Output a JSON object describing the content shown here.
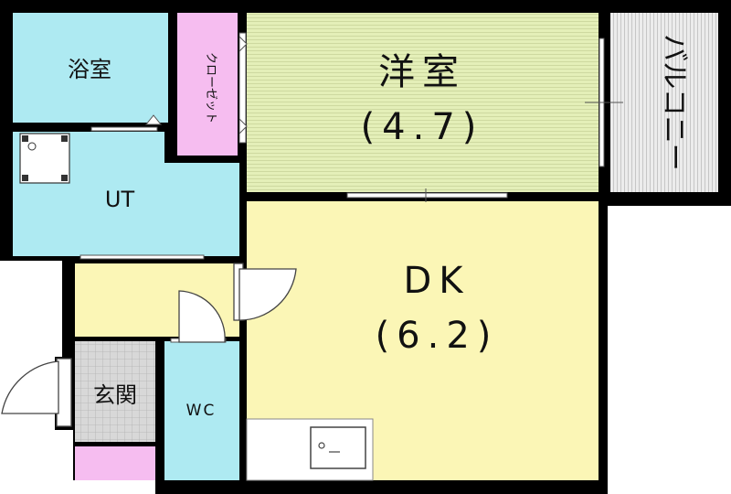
{
  "rooms": {
    "bath": {
      "label": "浴室",
      "color": "#aeeaf2"
    },
    "closet": {
      "label": "クローゼット",
      "color": "#f6bdf0"
    },
    "western": {
      "label": "洋室",
      "area": "(4.7)",
      "color": "#e4efb8"
    },
    "balcony": {
      "label": "バルコニー",
      "color": "#eaeaea"
    },
    "utility": {
      "label": "UT",
      "color": "#aeeaf2"
    },
    "dining_kitchen": {
      "label": "DK",
      "area": "(6.2)",
      "color": "#fbf6b6"
    },
    "hall": {
      "color": "#fbf6b6"
    },
    "entrance": {
      "label": "玄関",
      "color": "#d2d2d2"
    },
    "toilet": {
      "label": "WC",
      "color": "#aeeaf2"
    },
    "shoe_box": {
      "color": "#f6bdf0"
    }
  },
  "wall_color": "#000000",
  "icons": [
    "washer-icon",
    "sink-icon",
    "door-swing-icon",
    "sliding-door-icon"
  ]
}
